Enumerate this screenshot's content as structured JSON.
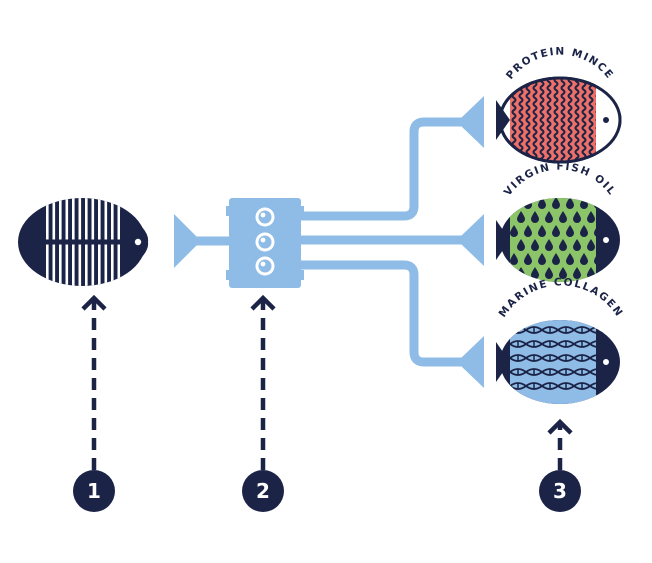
{
  "colors": {
    "navy": "#1b2347",
    "pipe_blue": "#8ebce6",
    "salmon": "#ec7068",
    "green": "#8cc46a",
    "light_blue": "#8ebce6",
    "white": "#ffffff"
  },
  "products": [
    {
      "label": "PROTEIN MINCE",
      "pattern": "wavy-lines",
      "fill": "#ec7068"
    },
    {
      "label": "VIRGIN FISH OIL",
      "pattern": "oil-drops",
      "fill": "#8cc46a"
    },
    {
      "label": "MARINE COLLAGEN",
      "pattern": "dna-helix",
      "fill": "#8ebce6"
    }
  ],
  "steps": [
    {
      "number": "1",
      "icon": "fish-skeleton-icon"
    },
    {
      "number": "2",
      "icon": "processor-machine-icon"
    },
    {
      "number": "3",
      "icon": "product-fish-icons"
    }
  ]
}
